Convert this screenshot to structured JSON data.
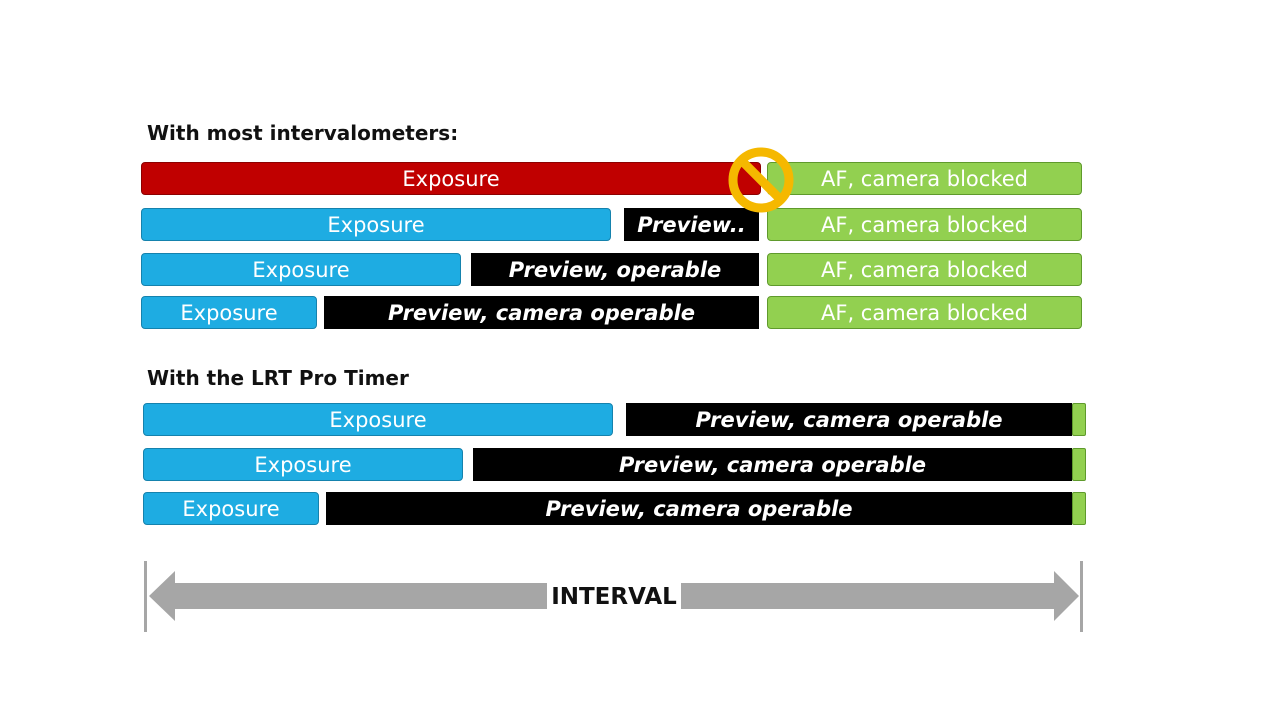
{
  "section_most": {
    "heading": "With most intervalometers:",
    "rows": [
      {
        "exposure": "Exposure",
        "preview": "",
        "af": "AF, camera blocked"
      },
      {
        "exposure": "Exposure",
        "preview": "Preview..",
        "af": "AF, camera blocked"
      },
      {
        "exposure": "Exposure",
        "preview": "Preview, operable",
        "af": "AF, camera blocked"
      },
      {
        "exposure": "Exposure",
        "preview": "Preview, camera operable",
        "af": "AF, camera blocked"
      }
    ]
  },
  "section_lrt": {
    "heading": "With the LRT Pro Timer",
    "rows": [
      {
        "exposure": "Exposure",
        "preview": "Preview, camera operable"
      },
      {
        "exposure": "Exposure",
        "preview": "Preview, camera operable"
      },
      {
        "exposure": "Exposure",
        "preview": "Preview, camera operable"
      }
    ]
  },
  "interval": {
    "label": "INTERVAL"
  },
  "icons": {
    "blocked": "no-entry-icon"
  },
  "colors": {
    "exposure": "#1eace2",
    "exposure_overlong": "#c00000",
    "preview": "#000000",
    "af": "#92d050",
    "arrow": "#a6a6a6",
    "no_sign": "#f5b800"
  }
}
